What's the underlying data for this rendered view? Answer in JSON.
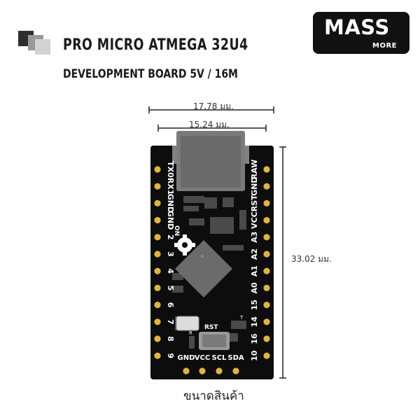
{
  "header": {
    "title": "PRO MICRO ATMEGA 32U4",
    "subtitle": "DEVELOPMENT BOARD 5V / 16M"
  },
  "brand": {
    "name": "MASS",
    "tagline": "MORE"
  },
  "dimensions": {
    "width_outer": "17.78 มม.",
    "width_inner": "15.24 มม.",
    "height": "33.02 มม."
  },
  "caption": "ขนาดสินค้า",
  "board": {
    "left_pins": [
      "TX0",
      "RX1",
      "GND",
      "GND",
      "2",
      "3",
      "4",
      "5",
      "6",
      "7",
      "8",
      "9"
    ],
    "right_pins": [
      "RAW",
      "GND",
      "RST",
      "VCC",
      "A3",
      "A2",
      "A1",
      "A0",
      "15",
      "14",
      "16",
      "10"
    ],
    "bottom_labels": [
      "GND",
      "VCC",
      "SCL",
      "SDA"
    ],
    "rst_label": "RST",
    "on_label": "ON",
    "r_label": "R",
    "t_label": "T"
  },
  "colors": {
    "board": "#0d0d0d",
    "pad": "#e1b53a",
    "chip": "#6b6b6b"
  }
}
